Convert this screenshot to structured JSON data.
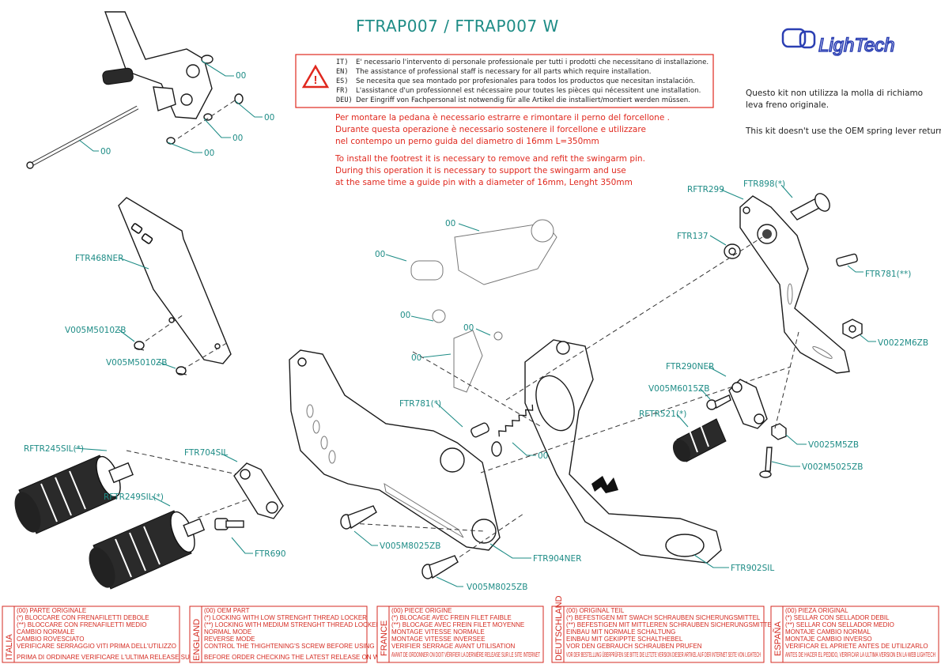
{
  "title": "FTRAP007 / FTRAP007 W",
  "logo": "LighTech",
  "warning": {
    "lines": [
      {
        "code": "IT)",
        "text": "E' necessario l'intervento di personale professionale per tutti i prodotti che necessitano di installazione."
      },
      {
        "code": "EN)",
        "text": "The assistance of professional staff is necessary for all parts which require installation."
      },
      {
        "code": "ES)",
        "text": "Se necesita que sea montado por profesionales para todos los productos que necesitan instalación."
      },
      {
        "code": "FR)",
        "text": "L'assistance d'un professionnel est nécessaire pour toutes les pièces qui nécessitent une installation."
      },
      {
        "code": "DEU)",
        "text": "Der Eingriff von Fachpersonal ist notwendig  für alle Artikel die installiert/montiert werden müssen."
      }
    ]
  },
  "note_it": [
    "Questo kit non utilizza la molla di richiamo",
    "leva freno originale."
  ],
  "note_en": "This kit doesn't use the OEM spring lever return.",
  "install_it": [
    "Per montare la pedana è necessario estrarre e rimontare il perno del forcellone .",
    "Durante questa operazione è necessario sostenere il forcellone e utilizzare",
    "nel contempo un perno guida del diametro di 16mm L=350mm"
  ],
  "install_en": [
    "To install the footrest it is necessary to remove and refit the swingarm pin.",
    "During this operation it is necessary to support the swingarm and use",
    "at the same time a guide pin with a diameter of 16mm, Lenght 350mm"
  ],
  "labels": {
    "ftr468ner": "FTR468NER",
    "v005m5010zb_a": "V005M5010ZB",
    "v005m5010zb_b": "V005M5010ZB",
    "rftr245sil": "RFTR245SIL(*)",
    "ftr704sil": "FTR704SIL",
    "rftr249sil": "RFTR249SIL(*)",
    "ftr690": "FTR690",
    "v005m8025zb_a": "V005M8025ZB",
    "v005m8025zb_b": "V005M8025ZB",
    "ftr904ner": "FTR904NER",
    "ftr902sil": "FTR902SIL",
    "ftr781_a": "FTR781(*)",
    "ftr781_b": "FTR781(**)",
    "rftr299": "RFTR299",
    "ftr898": "FTR898(*)",
    "ftr137": "FTR137",
    "v0022m6zb": "V0022M6ZB",
    "ftr290ner": "FTR290NER",
    "v005m6015zb": "V005M6015ZB",
    "rftr521": "RFTR521(*)",
    "v0025m5zb": "V0025M5ZB",
    "v002m5025zb": "V002M5025ZB",
    "oem": "00"
  },
  "legend": [
    {
      "country": "ITALIA",
      "lines": [
        "(00) PARTE ORIGINALE",
        "(*)   BLOCCARE CON FRENAFILETTI DEBOLE",
        "(**)  BLOCCARE CON FRENAFILETTI MEDIO",
        "CAMBIO NORMALE",
        "CAMBIO ROVESCIATO",
        "VERIFICARE SERRAGGIO VITI PRIMA DELL'UTILIZZO",
        "PRIMA DI ORDINARE VERIFICARE L'ULTIMA RELEASE SUL SITO"
      ]
    },
    {
      "country": "ENGLAND",
      "lines": [
        "(00) OEM PART",
        "(*)   LOCKING WITH LOW STRENGHT THREAD LOCKER",
        "(**)  LOCKING WITH MEDIUM STRENGHT THREAD LOCKER",
        "NORMAL MODE",
        "REVERSE MODE",
        "CONTROL THE THIGHTENING'S SCREW BEFORE USING",
        "BEFORE ORDER CHECKING THE LATEST RELEASE ON WEBSITE"
      ]
    },
    {
      "country": "FRANCE",
      "lines": [
        "(00) PIECE ORIGINE",
        "(*)   BLOCAGE AVEC FREIN FILET FAIBLE",
        "(**)  BLOCAGE AVEC FREIN FILET MOYENNE",
        "MONTAGE VITESSE NORMALE",
        "MONTAGE VITESSE INVERSEE",
        "VERIFIER SERRAGE AVANT UTILISATION",
        "AVANT DE ORDONNER ON DOIT VÉRIFIER LA DERNIÈRE RELEASE SUR LE SITE INTERNET"
      ]
    },
    {
      "country": "DEUTSCHLAND",
      "lines": [
        "(00) ORIGINAL TEIL",
        "(*)   BEFESTIGEN MIT SWACH SCHRAUBEN SICHERUNGSMITTEL",
        "(**)  BEFESTIGEN MIT MITTLEREN SCHRAUBEN SICHERUNGSMITTEL",
        "EINBAU MIT NORMALE SCHALTUNG",
        "EINBAU MIT GEKIPPTE SCHALTHEBEL",
        "VOR DEN GEBRAUCH SCHRAUBEN PRUFEN",
        "VOR DER BESTELLUNG ÜBERPRÜFEN SIE BITTE DIE LETZTE VERSION DIESER ARTIKEL AUF DER INTERNET SEITE VON LIGHTECH"
      ]
    },
    {
      "country": "ESPAÑA",
      "lines": [
        "(00) PIEZA ORIGINAL",
        "(*)   SELLAR CON SELLADOR DEBIL",
        "(**)  SELLAR CON SELLADOR MEDIO",
        "MONTAJE  CAMBIO NORMAL",
        "MONTAJE  CAMBIO INVERSO",
        "VERIFICAR EL APRIETE ANTES DE UTILIZARLO",
        "ANTES DE HACER EL PEDIDO, VERIFICAR LA ULTIMA VERSION EN LA WEB LIGHTECH"
      ]
    }
  ]
}
